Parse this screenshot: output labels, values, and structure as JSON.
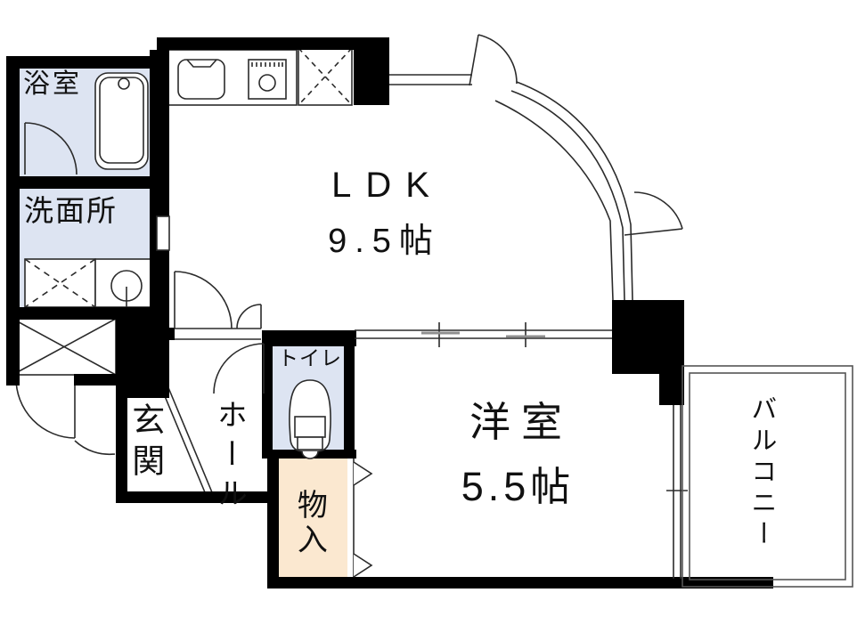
{
  "plan": {
    "type": "apartment-floorplan",
    "rooms": {
      "bath": {
        "label": "浴室"
      },
      "washroom": {
        "label": "洗面所"
      },
      "ldk": {
        "label": "LDK",
        "area": "9.5帖"
      },
      "toilet": {
        "label": "トイレ"
      },
      "hall": {
        "label": "ホール"
      },
      "entrance": {
        "label": "玄関"
      },
      "storage": {
        "label": "物入"
      },
      "western_room": {
        "label": "洋室",
        "area": "5.5帖"
      },
      "balcony": {
        "label": "バルコニー"
      }
    },
    "fixtures": [
      "bathtub-icon",
      "washbasin-icon",
      "washing-machine-pan-icon",
      "kitchen-sink-icon",
      "gas-stove-icon",
      "refrigerator-space-icon",
      "toilet-icon",
      "shaft-cross-icon"
    ],
    "colors": {
      "wall": "#000000",
      "wet_area_fill": "#dde4f2",
      "storage_fill": "#fbe8d0",
      "line": "#2b2b2b",
      "sliding_leaf": "#8f8f8f",
      "background": "#ffffff"
    }
  }
}
